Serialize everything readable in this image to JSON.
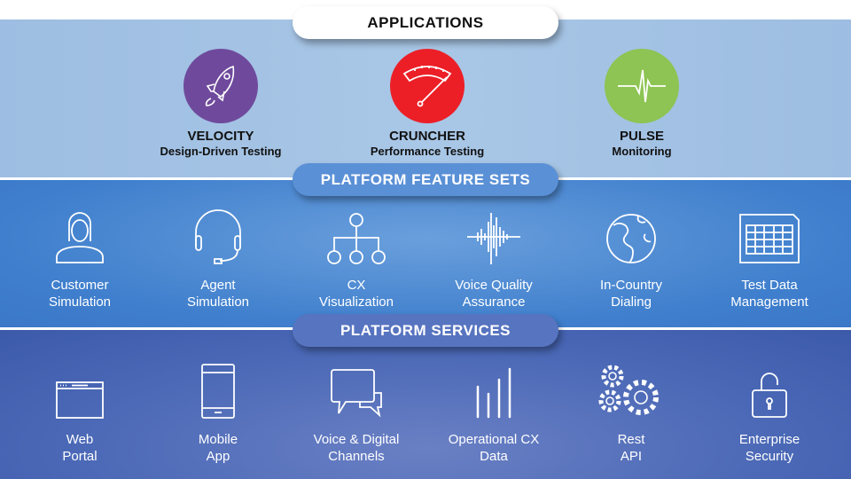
{
  "sections": {
    "applications": "APPLICATIONS",
    "features": "PLATFORM FEATURE SETS",
    "services": "PLATFORM SERVICES"
  },
  "apps": [
    {
      "title": "VELOCITY",
      "subtitle": "Design-Driven Testing",
      "icon": "rocket-icon",
      "color": "#6f4a9c"
    },
    {
      "title": "CRUNCHER",
      "subtitle": "Performance Testing",
      "icon": "gauge-icon",
      "color": "#ec1f27"
    },
    {
      "title": "PULSE",
      "subtitle": "Monitoring",
      "icon": "heartbeat-icon",
      "color": "#8dc453"
    }
  ],
  "features": [
    {
      "line1": "Customer",
      "line2": "Simulation",
      "icon": "person-icon"
    },
    {
      "line1": "Agent",
      "line2": "Simulation",
      "icon": "headset-icon"
    },
    {
      "line1": "CX",
      "line2": "Visualization",
      "icon": "hierarchy-icon"
    },
    {
      "line1": "Voice Quality",
      "line2": "Assurance",
      "icon": "waveform-icon"
    },
    {
      "line1": "In-Country",
      "line2": "Dialing",
      "icon": "globe-icon"
    },
    {
      "line1": "Test Data",
      "line2": "Management",
      "icon": "spreadsheet-icon"
    }
  ],
  "services": [
    {
      "line1": "Web",
      "line2": "Portal",
      "icon": "browser-window-icon"
    },
    {
      "line1": "Mobile",
      "line2": "App",
      "icon": "smartphone-icon"
    },
    {
      "line1": "Voice & Digital",
      "line2": "Channels",
      "icon": "chat-bubbles-icon"
    },
    {
      "line1": "Operational CX",
      "line2": "Data",
      "icon": "bar-chart-icon"
    },
    {
      "line1": "Rest",
      "line2": "API",
      "icon": "gears-icon"
    },
    {
      "line1": "Enterprise",
      "line2": "Security",
      "icon": "unlocked-padlock-icon"
    }
  ]
}
